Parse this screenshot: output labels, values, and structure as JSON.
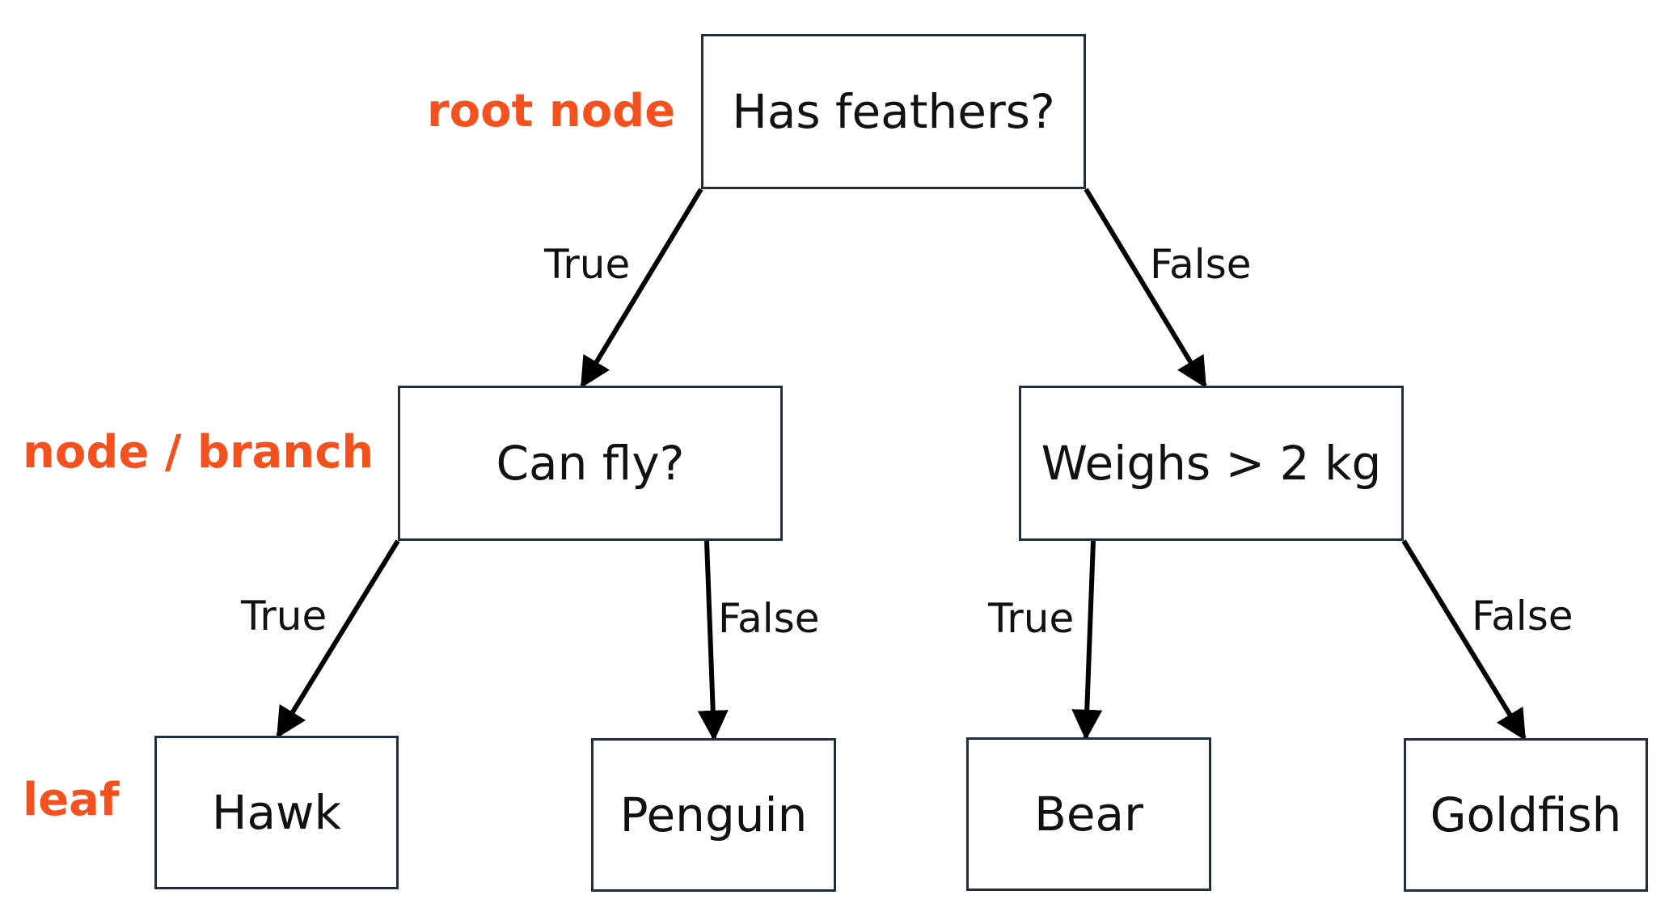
{
  "colors": {
    "level_label": "#f4511e",
    "node_border": "#1f2d3d",
    "arrow": "#000000"
  },
  "level_labels": {
    "root": "root node",
    "branch": "node / branch",
    "leaf": "leaf"
  },
  "nodes": {
    "root": "Has feathers?",
    "can_fly": "Can fly?",
    "weighs": "Weighs > 2 kg",
    "hawk": "Hawk",
    "penguin": "Penguin",
    "bear": "Bear",
    "goldfish": "Goldfish"
  },
  "edges": [
    {
      "from": "root",
      "to": "can_fly",
      "label": "True"
    },
    {
      "from": "root",
      "to": "weighs",
      "label": "False"
    },
    {
      "from": "can_fly",
      "to": "hawk",
      "label": "True"
    },
    {
      "from": "can_fly",
      "to": "penguin",
      "label": "False"
    },
    {
      "from": "weighs",
      "to": "bear",
      "label": "True"
    },
    {
      "from": "weighs",
      "to": "goldfish",
      "label": "False"
    }
  ]
}
